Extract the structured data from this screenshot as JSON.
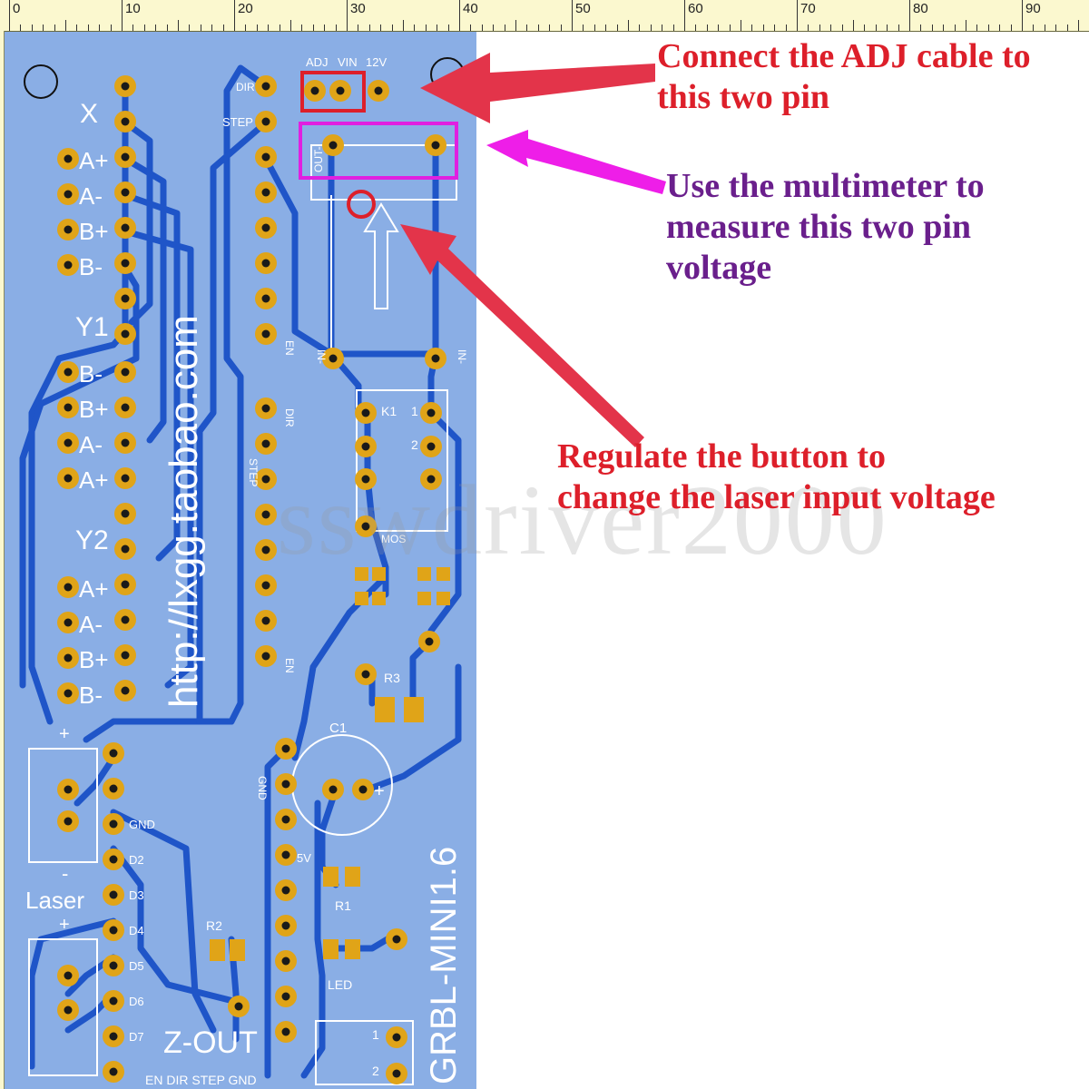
{
  "ruler": {
    "labels": [
      "0",
      "10",
      "20",
      "30",
      "40",
      "50",
      "60",
      "70",
      "80",
      "90"
    ]
  },
  "board": {
    "url_text": "http://lxgg.taobao.com",
    "model_text": "GRBL-MINI1.6",
    "header_pins": {
      "adj": "ADJ",
      "vin": "VIN",
      "v12": "12V"
    },
    "driver_labels": {
      "dir": "DIR",
      "step": "STEP",
      "en": "EN"
    },
    "axis_labels": {
      "x": "X",
      "y1": "Y1",
      "y2": "Y2",
      "z_out": "Z-OUT"
    },
    "motor_pins": [
      "A+",
      "A-",
      "B+",
      "B-"
    ],
    "y1_pins": [
      "B-",
      "B+",
      "A-",
      "A+"
    ],
    "y2_pins": [
      "A+",
      "A-",
      "B+",
      "B-"
    ],
    "components": {
      "k1": "K1",
      "mos": "MOS",
      "r3": "R3",
      "c1": "C1",
      "r1": "R1",
      "r2": "R2",
      "led": "LED",
      "gnd": "GND",
      "v5": "5V",
      "laser": "Laser",
      "plus": "+",
      "minus": "-"
    },
    "d_pins": [
      "GND",
      "D2",
      "D3",
      "D4",
      "D5",
      "D6",
      "D7"
    ],
    "bottom_row": "EN DIR STEP GND",
    "out_label": "OUT-",
    "in_label": "IN-",
    "k_pins": [
      "1",
      "2"
    ]
  },
  "callouts": {
    "adj": {
      "line1": "Connect the ADJ cable to",
      "line2": "this two pin",
      "color": "#dd1f2a"
    },
    "meter": {
      "line1": "Use the multimeter to",
      "line2": "measure this two pin",
      "line3": "voltage",
      "color": "#6a1f8c"
    },
    "regulate": {
      "line1": "Regulate the button to",
      "line2": "change the laser input voltage",
      "color": "#dd1f2a"
    }
  },
  "watermark": "sswdriver2000",
  "colors": {
    "board": "#8aaee5",
    "trace": "#1f55c8",
    "pad": "#e0a418",
    "highlight_red": "#dd1f2a",
    "highlight_magenta": "#e020e0"
  }
}
